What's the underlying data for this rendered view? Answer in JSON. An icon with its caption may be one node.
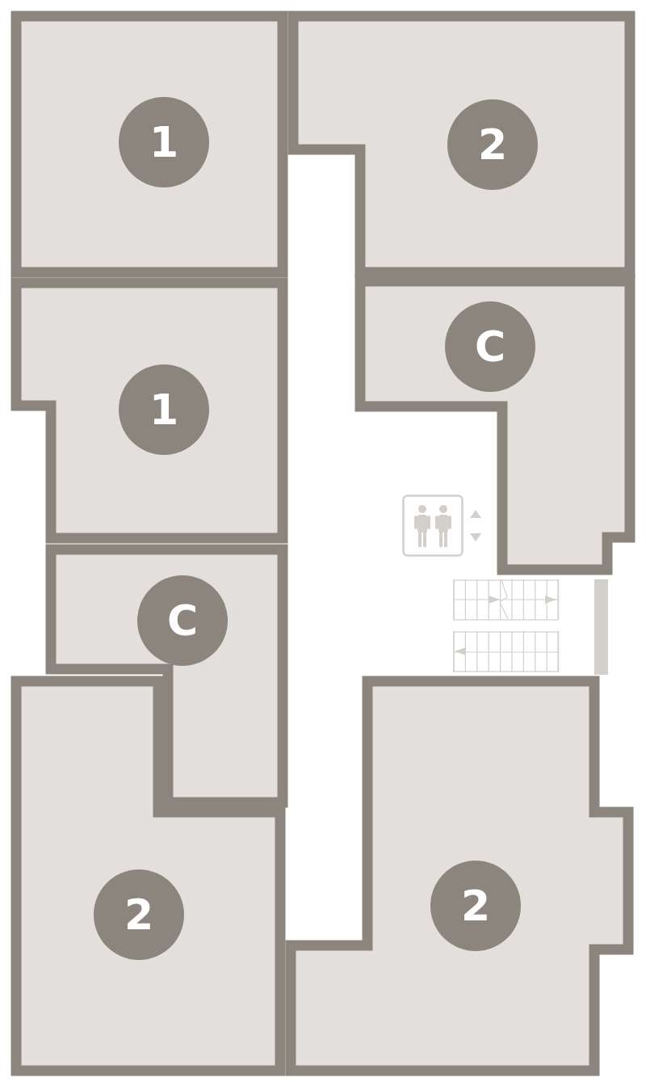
{
  "diagram": {
    "nodes": [
      {
        "text": [
          "1"
        ]
      },
      {
        "text": [
          "2"
        ]
      },
      {
        "text": [
          "1"
        ]
      },
      {
        "text": [
          "C"
        ]
      },
      {
        "text": [
          "C"
        ]
      },
      {
        "text": [
          "2"
        ]
      },
      {
        "text": [
          "2"
        ]
      }
    ]
  }
}
